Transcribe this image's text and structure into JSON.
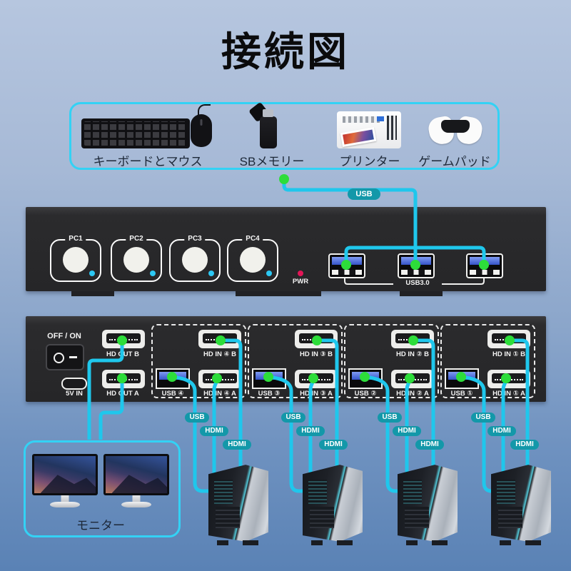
{
  "title": "接続図",
  "labels": {
    "usb": "USB",
    "hdmi": "HDMI"
  },
  "peripherals": {
    "keyboard_mouse": "キーボードとマウス",
    "usb_memory": "SBメモリー",
    "printer": "プリンター",
    "gamepad": "ゲームパッド"
  },
  "front_panel": {
    "buttons": [
      {
        "label": "PC1"
      },
      {
        "label": "PC2"
      },
      {
        "label": "PC3"
      },
      {
        "label": "PC4"
      }
    ],
    "pwr_label": "PWR",
    "usb30_label": "USB3.0"
  },
  "back_panel": {
    "power_switch_label": "OFF / ON",
    "power_in_label": "5V IN",
    "hd_out_b": "HD OUT B",
    "hd_out_a": "HD OUT A",
    "groups": [
      {
        "hd_in_b": "HD IN ④ B",
        "usb": "USB ④",
        "hd_in_a": "HD IN ④ A"
      },
      {
        "hd_in_b": "HD IN ③ B",
        "usb": "USB ③",
        "hd_in_a": "HD IN ③ A"
      },
      {
        "hd_in_b": "HD IN ② B",
        "usb": "USB ②",
        "hd_in_a": "HD IN ② A"
      },
      {
        "hd_in_b": "HD IN ① B",
        "usb": "USB ①",
        "hd_in_a": "HD IN ① A"
      }
    ]
  },
  "monitors": {
    "label": "モニター"
  },
  "colors": {
    "cable_cyan": "#1fc7ec",
    "box_border_cyan": "#33d2f5",
    "pill_teal": "#1398a9",
    "connector_green": "#2ddd3a",
    "pwr_led": "#e31557",
    "button_led_cyan": "#2cc8f4"
  }
}
